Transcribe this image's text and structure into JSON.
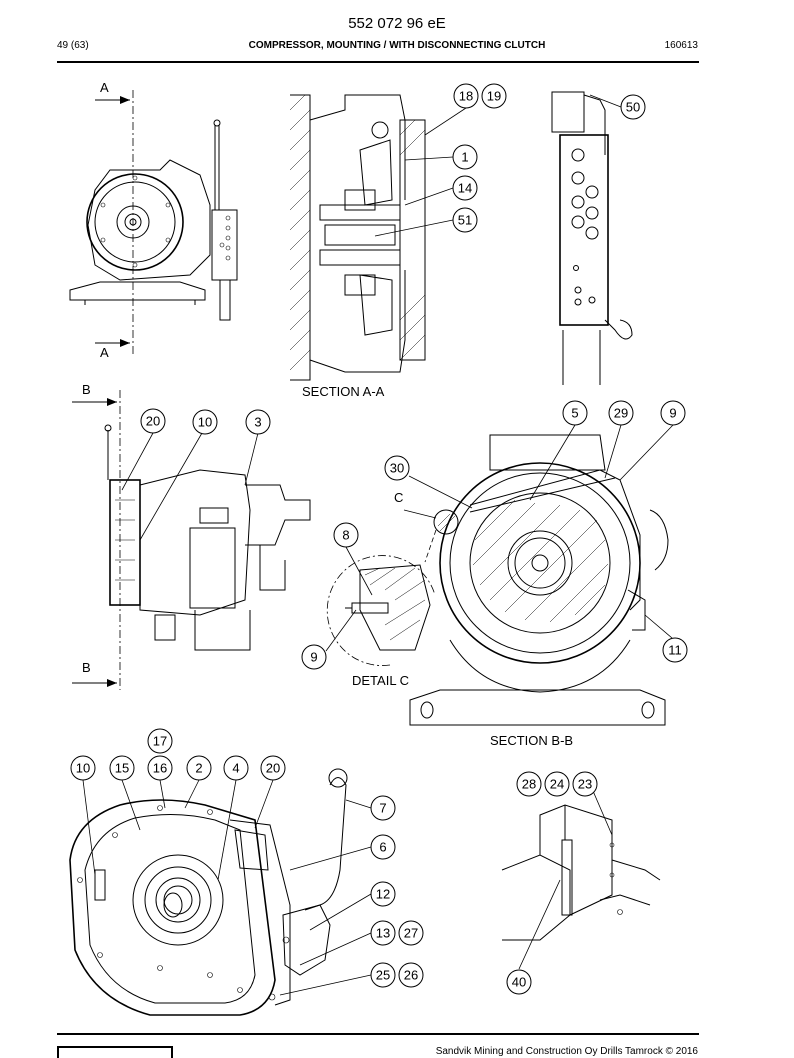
{
  "header": {
    "doc_number": "552 072 96 eE",
    "page": "49 (63)",
    "title": "COMPRESSOR, MOUNTING / WITH DISCONNECTING CLUTCH",
    "date": "160613"
  },
  "labels": {
    "section_aa": "SECTION A-A",
    "section_bb": "SECTION B-B",
    "detail_c": "DETAIL C",
    "marker_a": "A",
    "marker_b": "B",
    "marker_c": "C"
  },
  "callouts": {
    "c18": "18",
    "c19": "19",
    "c50": "50",
    "c1": "1",
    "c14": "14",
    "c51": "51",
    "c20a": "20",
    "c10a": "10",
    "c3": "3",
    "c5": "5",
    "c29": "29",
    "c9a": "9",
    "c30": "30",
    "c8": "8",
    "c9b": "9",
    "c11": "11",
    "c17": "17",
    "c10b": "10",
    "c15": "15",
    "c16": "16",
    "c2": "2",
    "c4": "4",
    "c20b": "20",
    "c7": "7",
    "c6": "6",
    "c12": "12",
    "c13": "13",
    "c27": "27",
    "c25": "25",
    "c26": "26",
    "c28": "28",
    "c24": "24",
    "c23": "23",
    "c40": "40"
  },
  "footer": {
    "copyright": "Sandvik Mining and Construction Oy Drills Tamrock © 2016"
  }
}
